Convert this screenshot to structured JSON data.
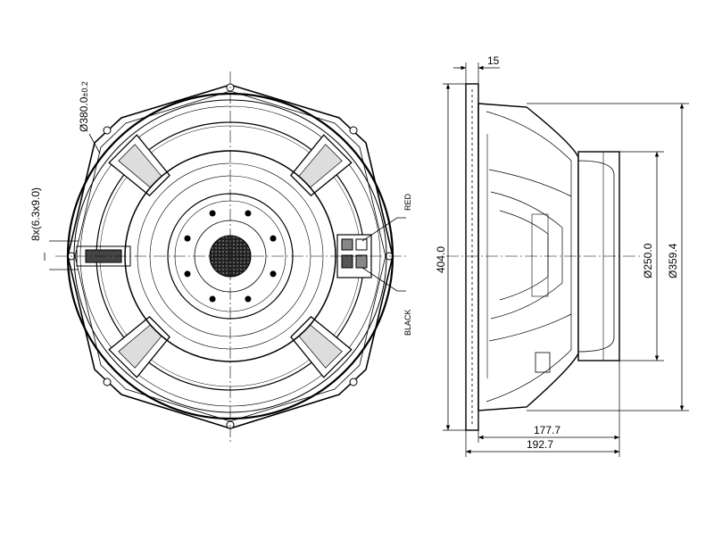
{
  "drawing": {
    "front_view": {
      "labels": {
        "outer_diameter": "Ø380.0",
        "outer_diameter_tolerance": "±0.2",
        "mounting_holes": "8x(6.3x9.0)",
        "terminal_positive": "RED",
        "terminal_negative": "BLACK"
      }
    },
    "side_view": {
      "labels": {
        "flange_thickness": "15",
        "overall_height": "404.0",
        "magnet_diameter": "Ø250.0",
        "basket_diameter": "Ø359.4",
        "depth_to_magnet": "177.7",
        "total_depth": "192.7"
      }
    }
  }
}
